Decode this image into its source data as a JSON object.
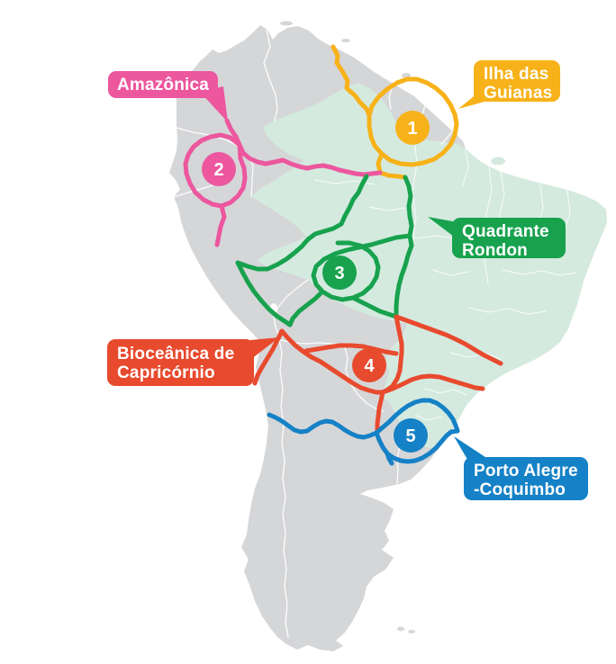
{
  "map": {
    "region": "South America",
    "colors": {
      "ocean": "#FFFFFF",
      "land": "#D5D6D8",
      "brazil_highlight": "#D4EADF",
      "border_lines": "#FFFFFF"
    },
    "routes": [
      {
        "badge": "1",
        "name": "Ilha das Guianas",
        "color": "#F7B219",
        "label_line1": "Ilha das",
        "label_line2": "Guianas"
      },
      {
        "badge": "2",
        "name": "Amazônica",
        "color": "#EC579E",
        "label_line1": "Amazônica",
        "label_line2": ""
      },
      {
        "badge": "3",
        "name": "Quadrante Rondon",
        "color": "#18A24E",
        "label_line1": "Quadrante",
        "label_line2": "Rondon"
      },
      {
        "badge": "4",
        "name": "Bioceânica de Capricórnio",
        "color": "#E84A2E",
        "label_line1": "Bioceânica de",
        "label_line2": "Capricórnio"
      },
      {
        "badge": "5",
        "name": "Porto Alegre-Coquimbo",
        "color": "#1581C6",
        "label_line1": "Porto Alegre",
        "label_line2": "-Coquimbo"
      }
    ]
  }
}
